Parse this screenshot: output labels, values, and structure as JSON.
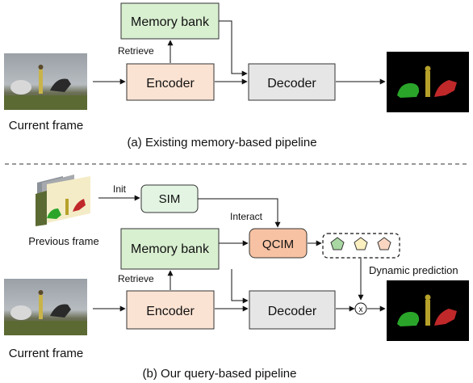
{
  "top": {
    "memory_bank": "Memory bank",
    "retrieve": "Retrieve",
    "encoder": "Encoder",
    "decoder": "Decoder",
    "current_frame": "Current frame",
    "caption": "(a) Existing memory-based pipeline"
  },
  "bottom": {
    "init": "Init",
    "sim": "SIM",
    "interact": "Interact",
    "qcim": "QCIM",
    "previous_frame": "Previous frame",
    "memory_bank": "Memory bank",
    "retrieve": "Retrieve",
    "encoder": "Encoder",
    "decoder": "Decoder",
    "dynamic_prediction": "Dynamic prediction",
    "multiply_symbol": "x",
    "current_frame": "Current frame",
    "caption": "(b) Our query-based pipeline"
  },
  "colors": {
    "memory_fill": "#d8efd0",
    "encoder_fill": "#fbe3d3",
    "decoder_fill": "#e6e6e6",
    "sim_fill": "#e3f4e3",
    "qcim_fill": "#f7c2a3",
    "query_green": "#a9d7a3",
    "query_yellow": "#fcefc0",
    "query_peach": "#fad6c2",
    "mask_green": "#2aa52a",
    "mask_yellow": "#b6a12a",
    "mask_red": "#c0282a"
  }
}
